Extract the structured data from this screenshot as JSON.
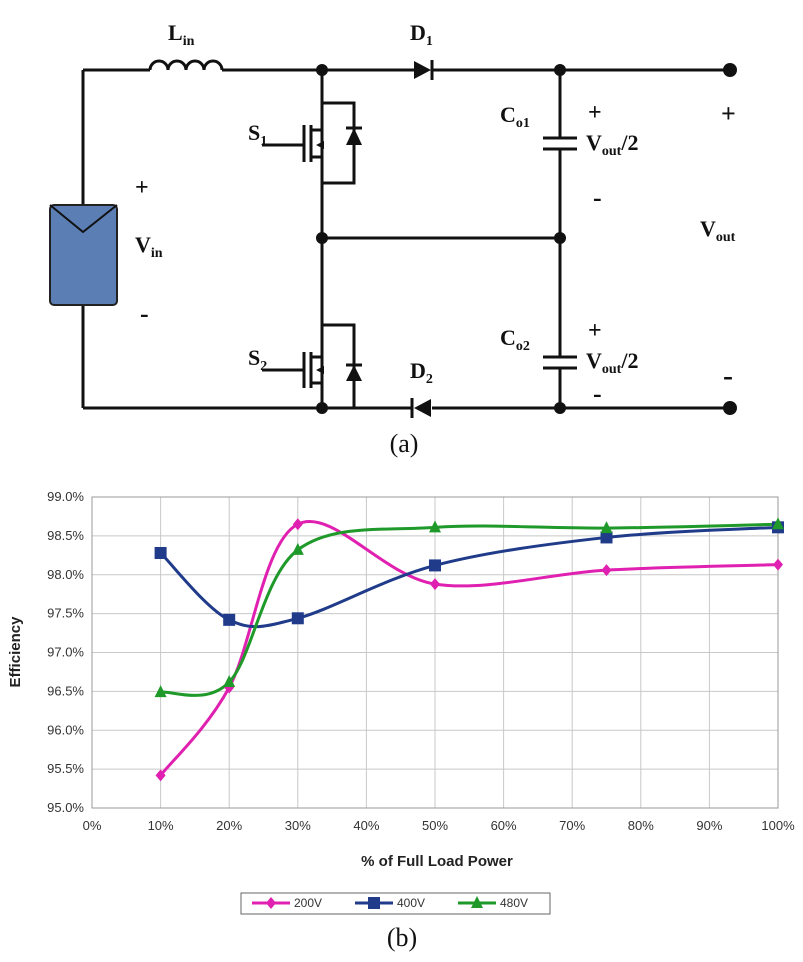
{
  "circuit": {
    "labels": {
      "inductor": "L",
      "inductor_sub": "in",
      "d1": "D",
      "d1_sub": "1",
      "d2": "D",
      "d2_sub": "2",
      "s1": "S",
      "s1_sub": "1",
      "s2": "S",
      "s2_sub": "2",
      "co1": "C",
      "co1_sub": "o1",
      "co2": "C",
      "co2_sub": "o2",
      "vin": "V",
      "vin_sub": "in",
      "vout": "V",
      "vout_sub": "out",
      "vhalf_top": "V",
      "vhalf_top_sub": "out",
      "vhalf_top_suffix": "/2",
      "vhalf_bot": "V",
      "vhalf_bot_sub": "out",
      "vhalf_bot_suffix": "/2",
      "plus": "+",
      "minus": "-"
    },
    "caption": "(a)"
  },
  "chart_caption": "(b)",
  "colors": {
    "panel_blue": "#5b7fb5",
    "s200": "#e020b0",
    "s400": "#1f3b8a",
    "s480": "#1f9a2a",
    "grid": "#c8c8c8"
  },
  "chart_data": {
    "type": "line",
    "xlabel": "% of Full Load Power",
    "ylabel": "Efficiency",
    "xlim": [
      0,
      100
    ],
    "ylim": [
      95.0,
      99.0
    ],
    "x_ticks": [
      "0%",
      "10%",
      "20%",
      "30%",
      "40%",
      "50%",
      "60%",
      "70%",
      "80%",
      "90%",
      "100%"
    ],
    "y_ticks": [
      "95.0%",
      "95.5%",
      "96.0%",
      "96.5%",
      "97.0%",
      "97.5%",
      "98.0%",
      "98.5%",
      "99.0%"
    ],
    "x": [
      10,
      20,
      30,
      50,
      75,
      100
    ],
    "series": [
      {
        "name": "200V",
        "marker": "diamond",
        "values": [
          95.42,
          96.55,
          98.65,
          97.88,
          98.06,
          98.13
        ]
      },
      {
        "name": "400V",
        "marker": "square",
        "values": [
          98.28,
          97.42,
          97.44,
          98.12,
          98.48,
          98.61
        ]
      },
      {
        "name": "480V",
        "marker": "triangle",
        "values": [
          96.49,
          96.62,
          98.32,
          98.61,
          98.6,
          98.65
        ]
      }
    ],
    "grid": true,
    "legend": "bottom-center"
  }
}
